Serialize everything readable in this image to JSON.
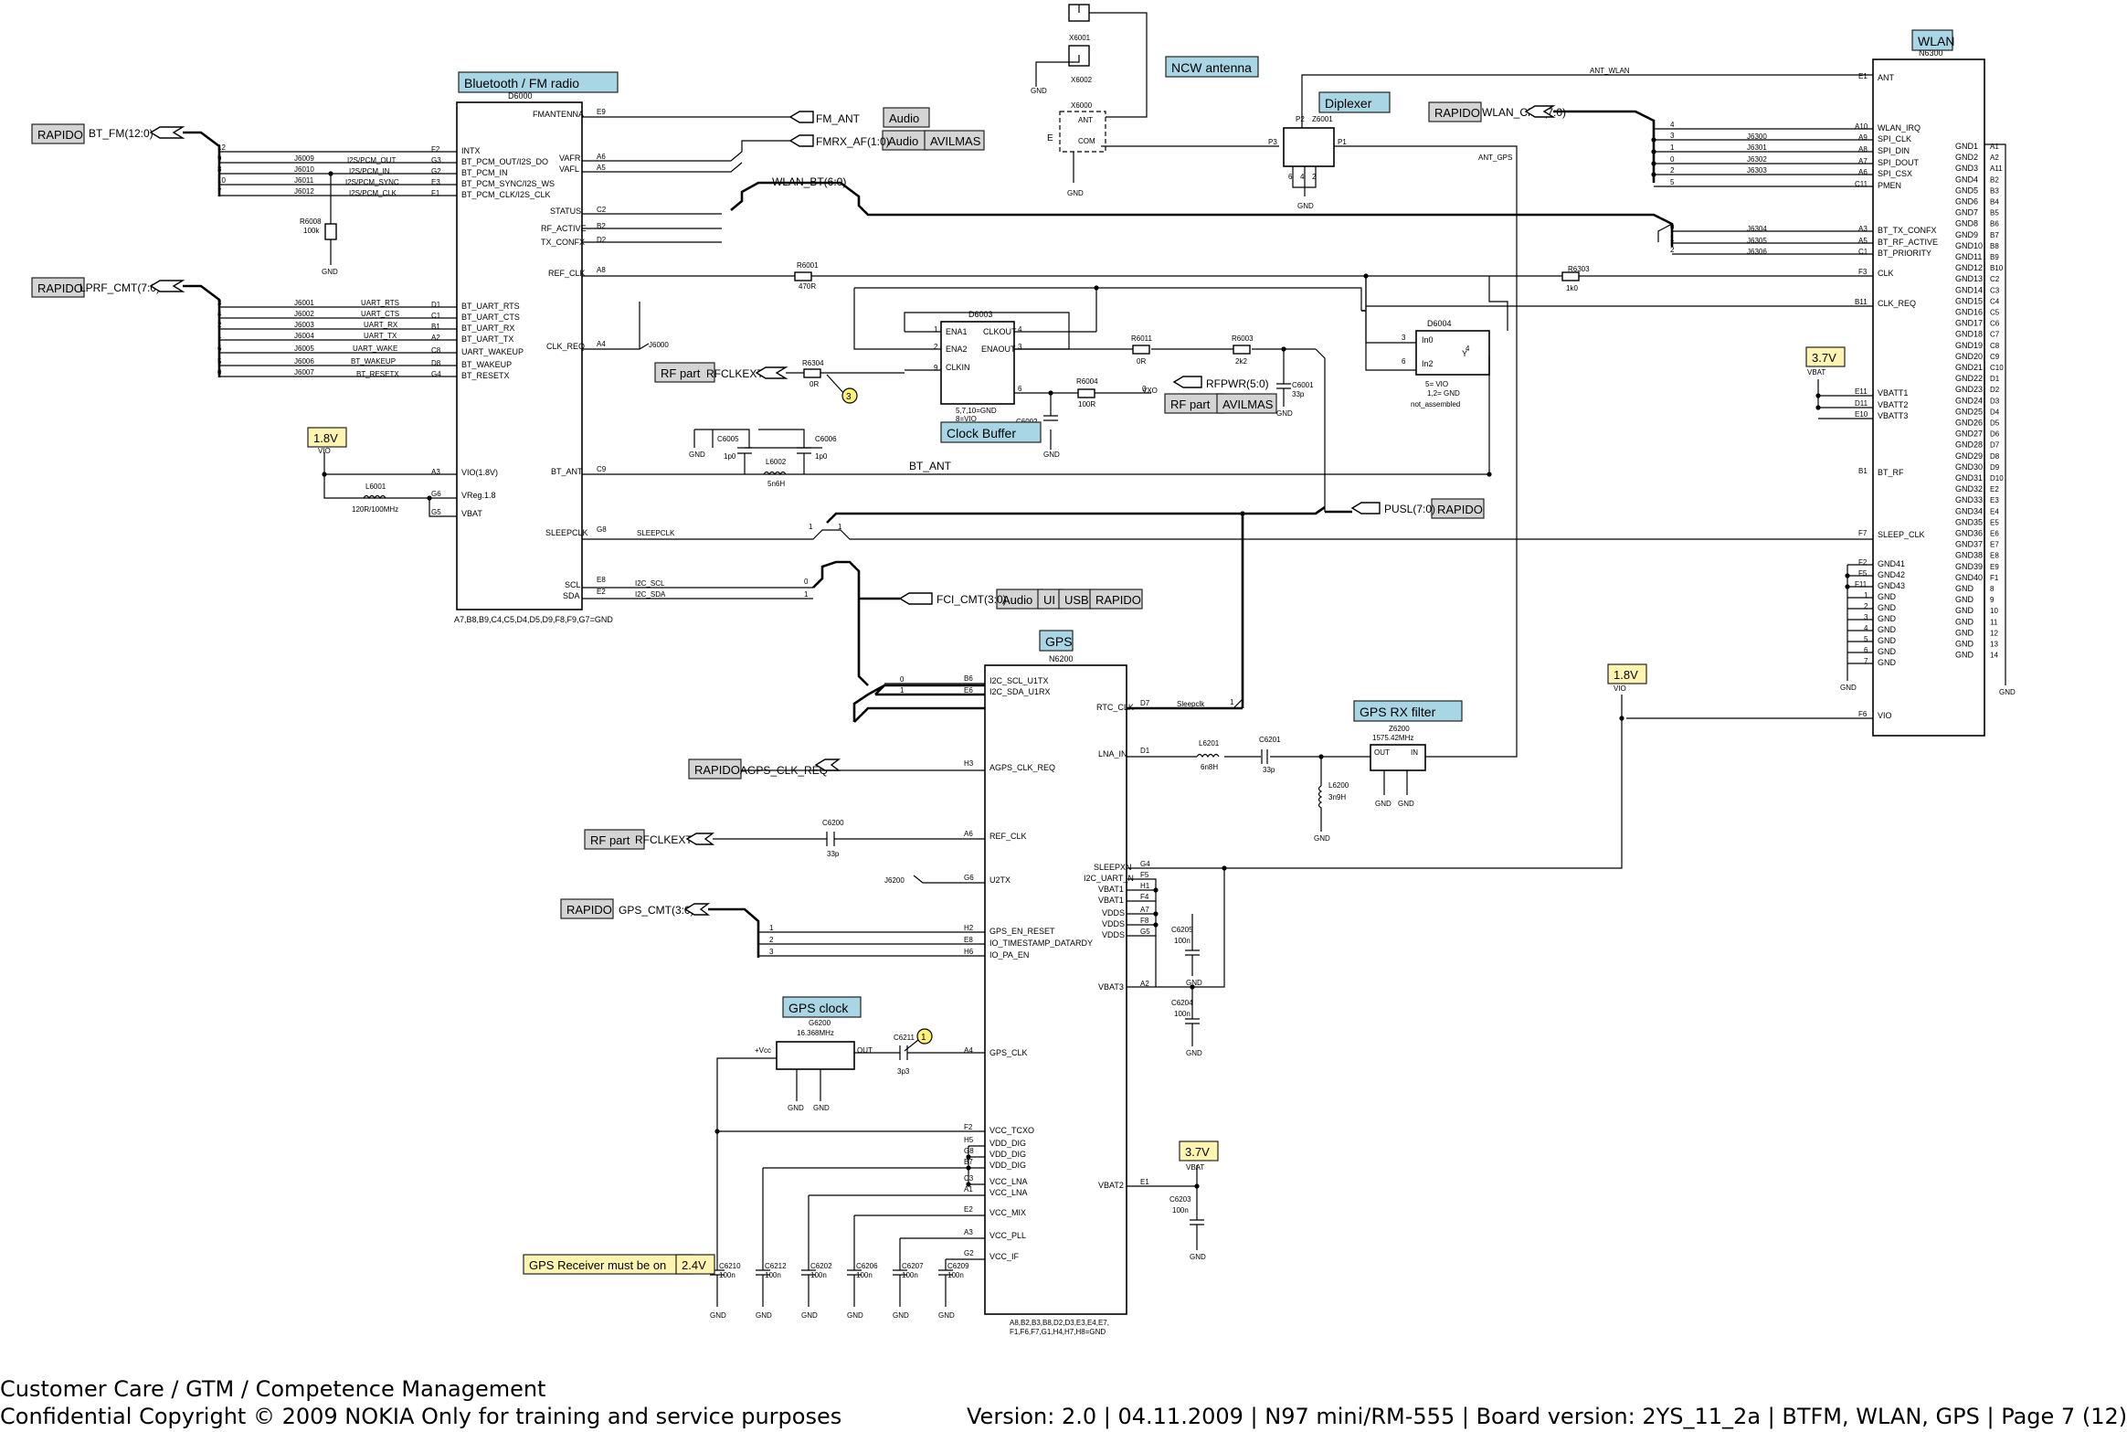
{
  "blocks": {
    "bt_fm": "Bluetooth / FM radio",
    "wlan": "WLAN",
    "gps": "GPS",
    "ncw_antenna": "NCW antenna",
    "diplexer": "Diplexer",
    "clock_buffer": "Clock Buffer",
    "gps_rx_filter": "GPS RX filter",
    "gps_clock": "GPS clock"
  },
  "refs": {
    "d6000": "D6000",
    "n6300": "N6300",
    "n6200": "N6200",
    "d6003": "D6003",
    "d6004": "D6004",
    "z6001": "Z6001",
    "z6200": "Z6200",
    "g6200": "G6200",
    "x6000": "X6000",
    "x6001": "X6001",
    "x6002": "X6002"
  },
  "tags": {
    "rapido": "RAPIDO",
    "audio": "Audio",
    "avilmas": "AVILMAS",
    "rf_part": "RF part",
    "ui": "UI",
    "usb": "USB"
  },
  "voltages": {
    "v18": "1.8V",
    "v37": "3.7V",
    "v24": "2.4V",
    "gps_note": "GPS Receiver must be on"
  },
  "nets": {
    "bt_fm": "BT_FM(12:0)",
    "lprf": "LPRF_CMT(7:0)",
    "fm_ant": "FM_ANT",
    "fmrx": "FMRX_AF(1:0)",
    "wlan_bt": "WLAN_BT(6:0)",
    "wlan_cmt": "WLAN_CMT(7:0)",
    "ant_wlan": "ANT_WLAN",
    "ant_gps": "ANT_GPS",
    "rfclkext": "RFCLKEXT",
    "rfpwr": "RFPWR(5:0)",
    "vxo": "VXO",
    "bt_ant": "BT_ANT",
    "pusl": "PUSL(7:0)",
    "sleepclk": "SLEEPCLK",
    "fci": "FCI_CMT(3:0)",
    "agps": "AGPS_CLK_REQ",
    "gps_cmt": "GPS_CMT(3:0)",
    "vio": "VIO",
    "vbat": "VBAT",
    "gnd": "GND",
    "sleepclk2": "Sleepclk",
    "j6000": "J6000",
    "j6200": "J6200"
  },
  "footer": {
    "line1": "Customer Care / GTM / Competence Management",
    "line2": "Confidential Copyright © 2009 NOKIA Only for training and service purposes",
    "version": "Version: 2.0  |  04.11.2009 |  N97 mini/RM-555  |  Board version: 2YS_11_2a   | BTFM, WLAN, GPS |  Page 7 (12)"
  },
  "colors": {
    "block_fill": "#a9d6e5",
    "voltage_fill": "#fff5b0",
    "tag_fill": "#d4d4d4",
    "marker_fill": "#fff176"
  }
}
